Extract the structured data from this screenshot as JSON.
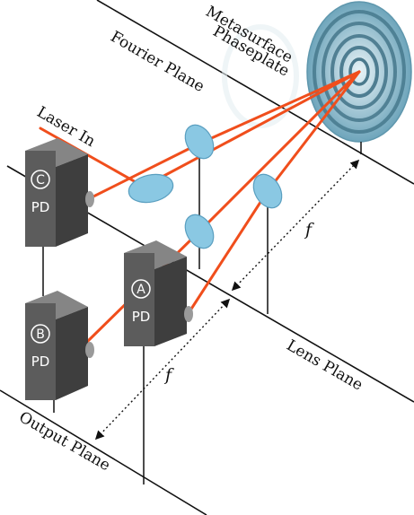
{
  "labels": {
    "metasurface_line1": "Metasurface",
    "metasurface_line2": "Phaseplate",
    "fourier_plane": "Fourier Plane",
    "laser_in": "Laser In",
    "lens_plane": "Lens Plane",
    "output_plane": "Output Plane",
    "focal_upper": "f",
    "focal_lower": "f"
  },
  "detectors": [
    {
      "id": "C",
      "label": "PD"
    },
    {
      "id": "B",
      "label": "PD"
    },
    {
      "id": "A",
      "label": "PD"
    }
  ],
  "colors": {
    "beam": "#f04e1c",
    "lens_fill": "#8ac8e3",
    "lens_stroke": "#5a9fc0",
    "detector_face": "#5c5c5c",
    "detector_side": "#3e3e3e",
    "detector_top": "#858585",
    "phaseplate_ring": "#7fb4ca",
    "phaseplate_dark": "#3b6d82"
  }
}
